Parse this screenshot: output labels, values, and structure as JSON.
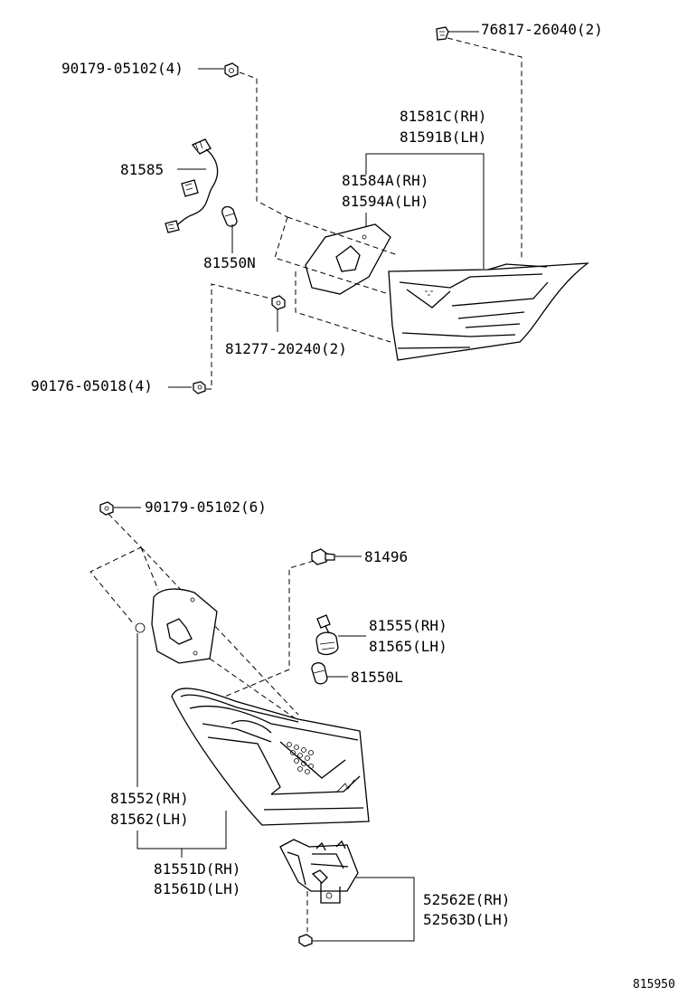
{
  "diagram_id": "815950",
  "labels": {
    "p76817": "76817-26040(2)",
    "p90179a": "90179-05102(4)",
    "p81581c": "81581C(RH)",
    "p81591b": "81591B(LH)",
    "p81584a": "81584A(RH)",
    "p81594a": "81594A(LH)",
    "p81585": "81585",
    "p81550n": "81550N",
    "p81277": "81277-20240(2)",
    "p90176": "90176-05018(4)",
    "p90179b": "90179-05102(6)",
    "p81496": "81496",
    "p81555": "81555(RH)",
    "p81565": "81565(LH)",
    "p81550l": "81550L",
    "p81552": "81552(RH)",
    "p81562": "81562(LH)",
    "p81551d": "81551D(RH)",
    "p81561d": "81561D(LH)",
    "p52562e": "52562E(RH)",
    "p52563d": "52563D(LH)"
  }
}
